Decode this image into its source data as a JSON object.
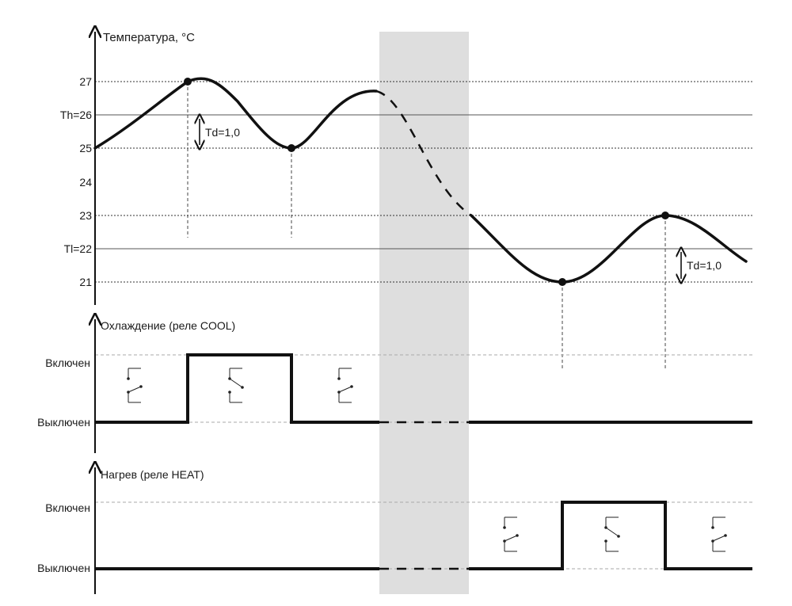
{
  "temperature_chart": {
    "y_axis_label": "Температура, °C",
    "ticks": [
      "27",
      "Th=26",
      "25",
      "24",
      "23",
      "Tl=22",
      "21"
    ],
    "hysteresis_label_upper": "Td=1,0",
    "hysteresis_label_lower": "Td=1,0"
  },
  "cooling_chart": {
    "axis_label": "Охлаждение (реле COOL)",
    "on_label": "Включен",
    "off_label": "Выключен"
  },
  "heating_chart": {
    "axis_label": "Нагрев (реле HEAT)",
    "on_label": "Включен",
    "off_label": "Выключен"
  },
  "colors": {
    "gap_band": "#dedede",
    "line": "#111111"
  }
}
